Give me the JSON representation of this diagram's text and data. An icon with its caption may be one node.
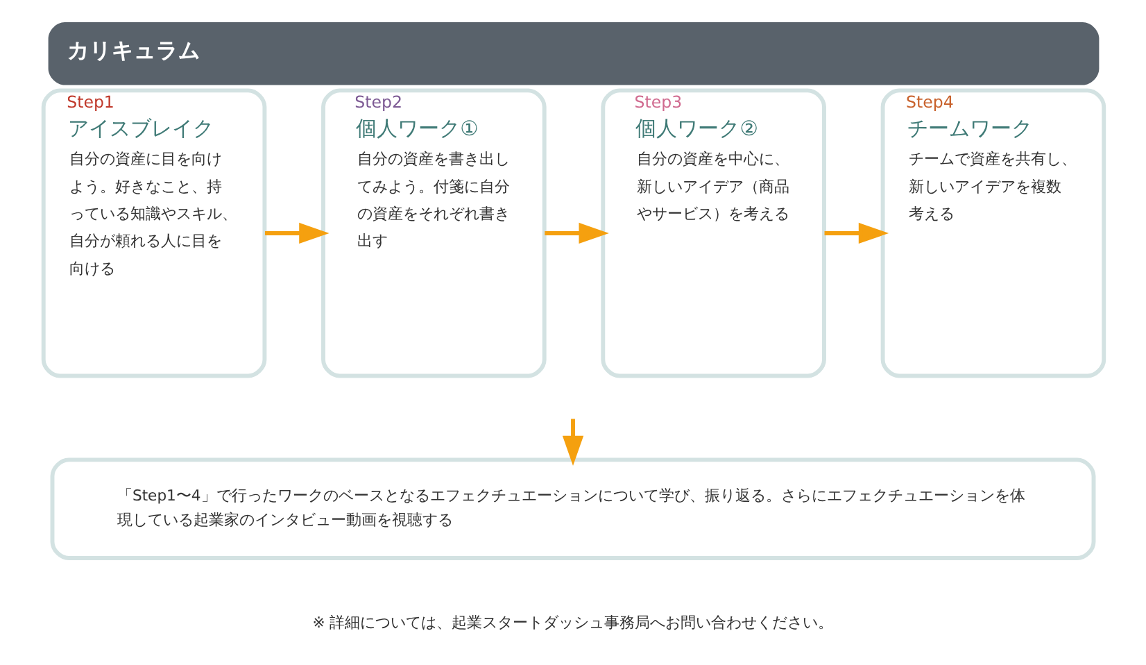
{
  "diagram": {
    "title": "カリキュラム",
    "nodes": [
      {
        "text": [
          "Step1",
          "アイスブレイク",
          "自分の資産に目を向けよう。好きなこと、持っている知識やスキル、自分が頼れる人に目を向ける"
        ]
      },
      {
        "text": [
          "Step2",
          "個人ワーク①",
          "自分の資産を書き出してみよう。付箋に自分の資産をそれぞれ書き出す"
        ]
      },
      {
        "text": [
          "Step3",
          "個人ワーク②",
          "自分の資産を中心に、新しいアイデア（商品やサービス）を考える"
        ]
      },
      {
        "text": [
          "Step4",
          "チームワーク",
          "チームで資産を共有し、新しいアイデアを複数考える"
        ]
      },
      {
        "text": [
          "「Step1〜4」で行ったワークのベースとなるエフェクチュエーションについて学び、振り返る。さらにエフェクチュエーションを体現している起業家のインタビュー動画を視聴する"
        ]
      }
    ],
    "edges": [
      {
        "from": 0,
        "to": 1,
        "arrow": "to"
      },
      {
        "from": 1,
        "to": 2,
        "arrow": "to"
      },
      {
        "from": 2,
        "to": 3,
        "arrow": "to"
      },
      {
        "from": null,
        "to": 4,
        "arrow": "to"
      }
    ],
    "labels": [
      "※ 詳細については、起業スタートダッシュ事務局へお問い合わせください。"
    ]
  }
}
